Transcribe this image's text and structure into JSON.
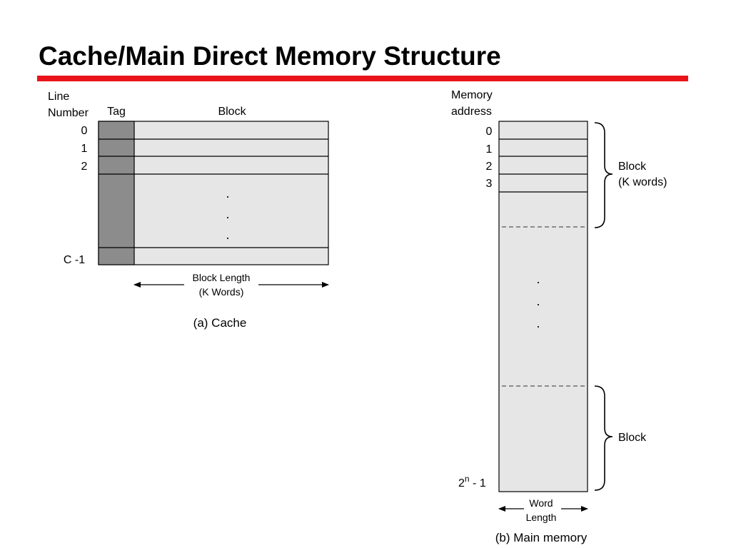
{
  "slide": {
    "title": "Cache/Main Direct Memory Structure",
    "colors": {
      "title_rule": "#e8141a",
      "cell_fill": "#e6e6e6",
      "tag_fill": "#8c8c8c",
      "line": "#000000",
      "dash": "#555555"
    }
  },
  "cache": {
    "header_line": "Line",
    "header_number": "Number",
    "header_tag": "Tag",
    "header_block": "Block",
    "line_numbers": [
      "0",
      "1",
      "2"
    ],
    "last_line": "C -1",
    "ellipsis": ".",
    "block_length_line1": "Block Length",
    "block_length_line2": "(K Words)",
    "caption": "(a) Cache"
  },
  "memory": {
    "header_line1": "Memory",
    "header_line2": "address",
    "addresses": [
      "0",
      "1",
      "2",
      "3"
    ],
    "last_address_base": "2",
    "last_address_exp": "n",
    "last_address_suffix": " - 1",
    "ellipsis": ".",
    "brace_top_line1": "Block",
    "brace_top_line2": "(K words)",
    "brace_bottom": "Block",
    "word_length_line1": "Word",
    "word_length_line2": "Length",
    "caption": "(b) Main memory"
  }
}
